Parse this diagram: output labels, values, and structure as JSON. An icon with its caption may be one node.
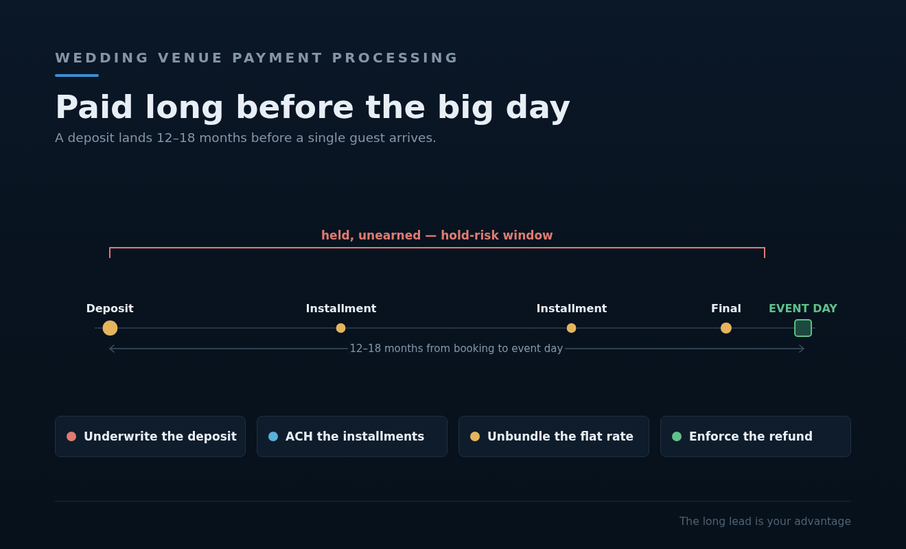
{
  "diagram": {
    "title": "Paid long before the big day",
    "nodes": [
      {
        "text": [
          "Deposit"
        ]
      },
      {
        "text": [
          "Installment"
        ]
      },
      {
        "text": [
          "Installment"
        ]
      },
      {
        "text": [
          "Final"
        ]
      },
      {
        "text": [
          "EVENT DAY"
        ]
      },
      {
        "text": [
          "Underwrite the deposit"
        ]
      },
      {
        "text": [
          "ACH the installments"
        ]
      },
      {
        "text": [
          "Unbundle the flat rate"
        ]
      },
      {
        "text": [
          "Enforce the refund"
        ]
      }
    ],
    "labels": [
      "WEDDING VENUE PAYMENT PROCESSING",
      "A deposit lands 12–18 months before a single guest arrives.",
      "held, unearned — hold-risk window",
      "12–18 months from booking to event day",
      "The long lead is your advantage"
    ]
  }
}
